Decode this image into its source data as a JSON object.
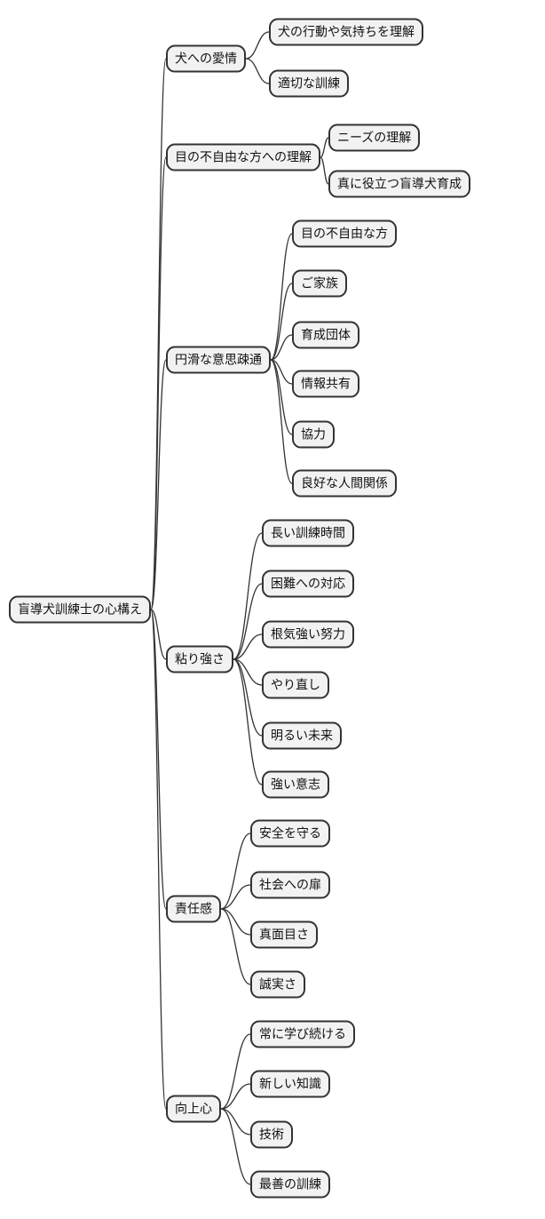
{
  "diagram": {
    "type": "mindmap",
    "root": {
      "label": "盲導犬訓練士の心構え"
    },
    "branches": [
      {
        "label": "犬への愛情",
        "children": [
          {
            "label": "犬の行動や気持ちを理解"
          },
          {
            "label": "適切な訓練"
          }
        ]
      },
      {
        "label": "目の不自由な方への理解",
        "children": [
          {
            "label": "ニーズの理解"
          },
          {
            "label": "真に役立つ盲導犬育成"
          }
        ]
      },
      {
        "label": "円滑な意思疎通",
        "children": [
          {
            "label": "目の不自由な方"
          },
          {
            "label": "ご家族"
          },
          {
            "label": "育成団体"
          },
          {
            "label": "情報共有"
          },
          {
            "label": "協力"
          },
          {
            "label": "良好な人間関係"
          }
        ]
      },
      {
        "label": "粘り強さ",
        "children": [
          {
            "label": "長い訓練時間"
          },
          {
            "label": "困難への対応"
          },
          {
            "label": "根気強い努力"
          },
          {
            "label": "やり直し"
          },
          {
            "label": "明るい未来"
          },
          {
            "label": "強い意志"
          }
        ]
      },
      {
        "label": "責任感",
        "children": [
          {
            "label": "安全を守る"
          },
          {
            "label": "社会への扉"
          },
          {
            "label": "真面目さ"
          },
          {
            "label": "誠実さ"
          }
        ]
      },
      {
        "label": "向上心",
        "children": [
          {
            "label": "常に学び続ける"
          },
          {
            "label": "新しい知識"
          },
          {
            "label": "技術"
          },
          {
            "label": "最善の訓練"
          }
        ]
      }
    ],
    "colors": {
      "background": "#ffffff",
      "node_fill": "#f2f2f2",
      "node_border": "#333333",
      "edge": "#333333",
      "text": "#111111"
    }
  }
}
